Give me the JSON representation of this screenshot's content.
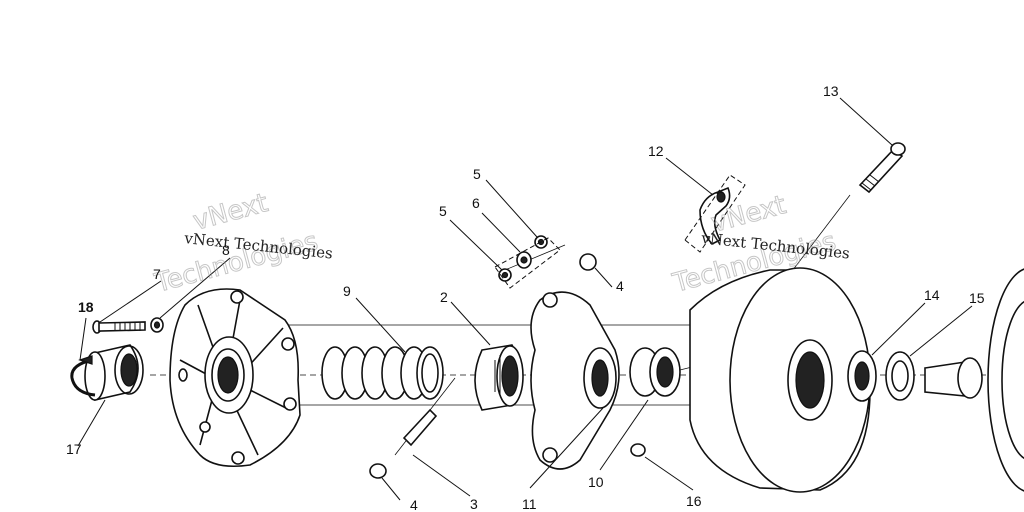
{
  "watermark": {
    "line1": "vNext Technologies",
    "brand_top": "vNext",
    "brand_bottom": "Technologies"
  },
  "callouts": {
    "c1": "2",
    "c2": "3",
    "c3": "4",
    "c4": "4",
    "c5": "5",
    "c6": "5",
    "c7": "6",
    "c8": "7",
    "c9": "8",
    "c10": "9",
    "c11": "10",
    "c12": "11",
    "c13": "12",
    "c14": "13",
    "c15": "14",
    "c16": "15",
    "c17": "16",
    "c18": "17",
    "c19": "18"
  }
}
